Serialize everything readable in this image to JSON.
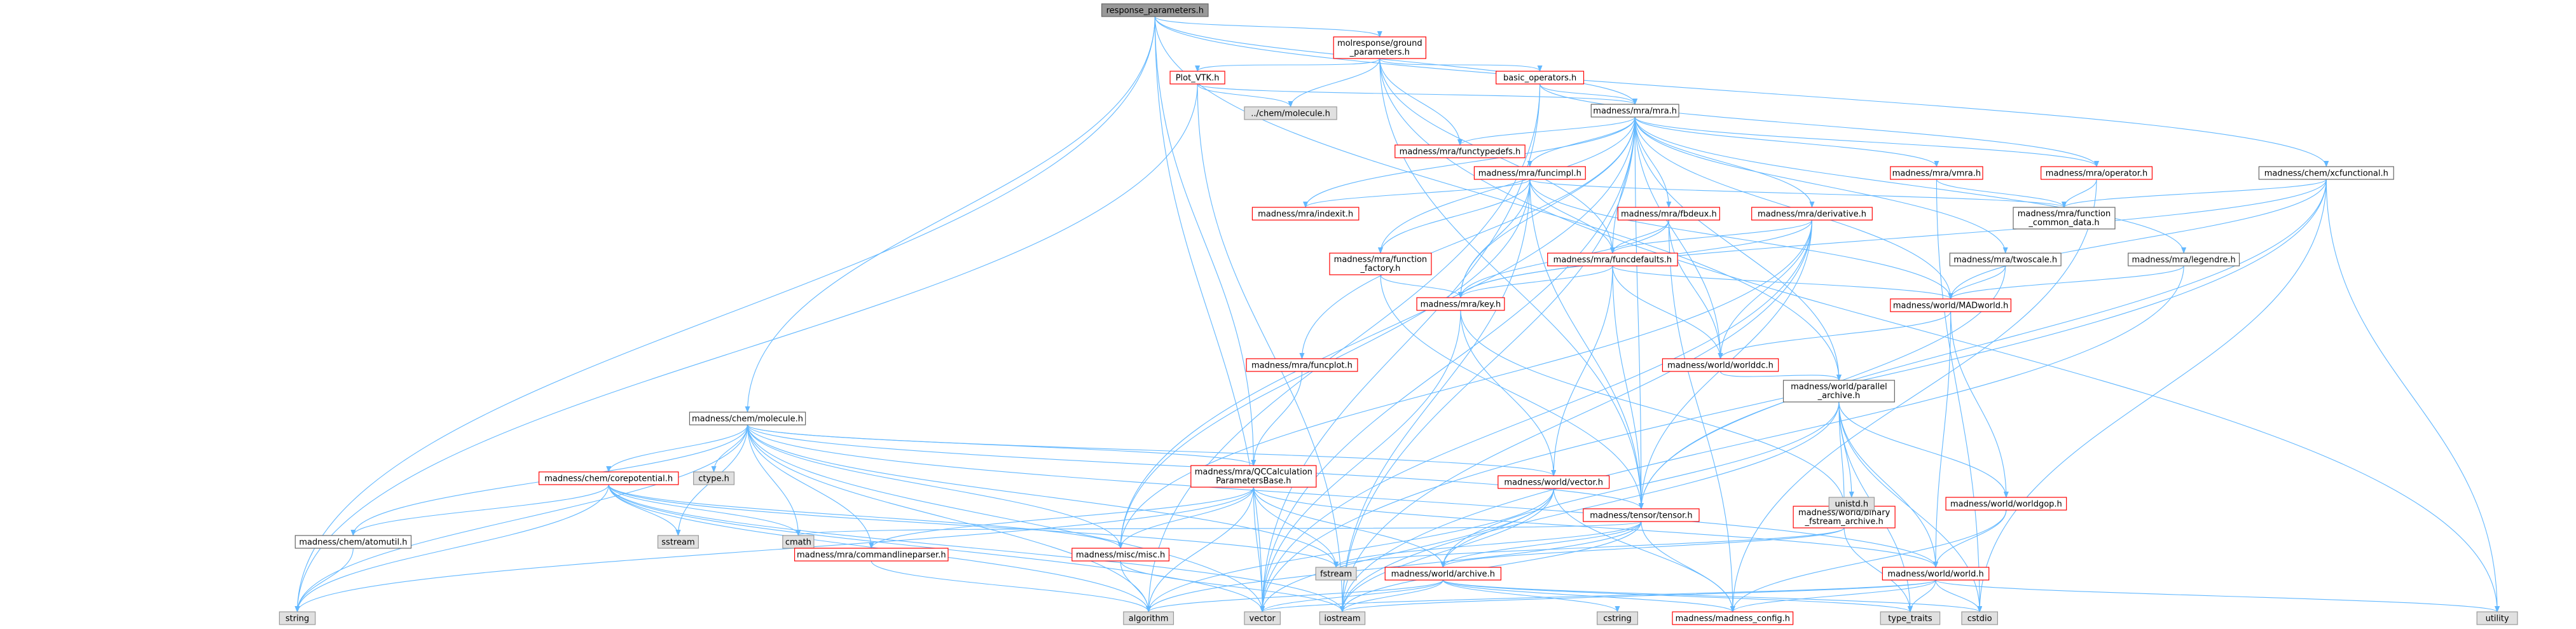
{
  "graph": {
    "title": "response_parameters.h",
    "colors": {
      "edge": "#63b8ff",
      "node_fill": "#ffffff",
      "node_border_linked": "#ff0000",
      "node_border_plain": "#666666",
      "root_fill": "#999999",
      "external_fill": "#e0e0e0",
      "external_border": "#999999"
    },
    "nodes": [
      {
        "id": "root",
        "label": [
          "response_parameters.h"
        ],
        "kind": "root"
      },
      {
        "id": "gs",
        "label": [
          "molresponse/ground",
          "_parameters.h"
        ],
        "kind": "linked"
      },
      {
        "id": "plotvtk",
        "label": [
          "Plot_VTK.h"
        ],
        "kind": "linked"
      },
      {
        "id": "basicops",
        "label": [
          "basic_operators.h"
        ],
        "kind": "linked"
      },
      {
        "id": "chemmol_ext",
        "label": [
          "../chem/molecule.h"
        ],
        "kind": "external"
      },
      {
        "id": "mra",
        "label": [
          "madness/mra/mra.h"
        ],
        "kind": "plain"
      },
      {
        "id": "functypedefs",
        "label": [
          "madness/mra/functypedefs.h"
        ],
        "kind": "linked"
      },
      {
        "id": "funcimpl",
        "label": [
          "madness/mra/funcimpl.h"
        ],
        "kind": "linked"
      },
      {
        "id": "indexit",
        "label": [
          "madness/mra/indexit.h"
        ],
        "kind": "linked"
      },
      {
        "id": "vmra",
        "label": [
          "madness/mra/vmra.h"
        ],
        "kind": "linked"
      },
      {
        "id": "operator",
        "label": [
          "madness/mra/operator.h"
        ],
        "kind": "linked"
      },
      {
        "id": "xcfunctional",
        "label": [
          "madness/chem/xcfunctional.h"
        ],
        "kind": "plain"
      },
      {
        "id": "fcommon",
        "label": [
          "madness/mra/function",
          "_common_data.h"
        ],
        "kind": "plain"
      },
      {
        "id": "derivative",
        "label": [
          "madness/mra/derivative.h"
        ],
        "kind": "linked"
      },
      {
        "id": "fbdeux",
        "label": [
          "madness/mra/fbdeux.h"
        ],
        "kind": "linked"
      },
      {
        "id": "ffactory",
        "label": [
          "madness/mra/function",
          "_factory.h"
        ],
        "kind": "linked"
      },
      {
        "id": "funcdefaults",
        "label": [
          "madness/mra/funcdefaults.h"
        ],
        "kind": "linked"
      },
      {
        "id": "twoscale",
        "label": [
          "madness/mra/twoscale.h"
        ],
        "kind": "plain"
      },
      {
        "id": "legendre",
        "label": [
          "madness/mra/legendre.h"
        ],
        "kind": "plain"
      },
      {
        "id": "key",
        "label": [
          "madness/mra/key.h"
        ],
        "kind": "linked"
      },
      {
        "id": "madworld",
        "label": [
          "madness/world/MADworld.h"
        ],
        "kind": "linked"
      },
      {
        "id": "funcplot",
        "label": [
          "madness/mra/funcplot.h"
        ],
        "kind": "linked"
      },
      {
        "id": "worlddc",
        "label": [
          "madness/world/worlddc.h"
        ],
        "kind": "linked"
      },
      {
        "id": "chemmolecule",
        "label": [
          "madness/chem/molecule.h"
        ],
        "kind": "plain"
      },
      {
        "id": "parallelarchive",
        "label": [
          "madness/world/parallel",
          "_archive.h"
        ],
        "kind": "plain"
      },
      {
        "id": "ctype",
        "label": [
          "ctype.h"
        ],
        "kind": "external"
      },
      {
        "id": "corepotential",
        "label": [
          "madness/chem/corepotential.h"
        ],
        "kind": "linked"
      },
      {
        "id": "qccalc",
        "label": [
          "madness/mra/QCCalculation",
          "ParametersBase.h"
        ],
        "kind": "linked"
      },
      {
        "id": "vector_w",
        "label": [
          "madness/world/vector.h"
        ],
        "kind": "linked"
      },
      {
        "id": "tensor",
        "label": [
          "madness/tensor/tensor.h"
        ],
        "kind": "linked"
      },
      {
        "id": "binfstream",
        "label": [
          "madness/world/binary",
          "_fstream_archive.h"
        ],
        "kind": "linked"
      },
      {
        "id": "unistd",
        "label": [
          "unistd.h"
        ],
        "kind": "external"
      },
      {
        "id": "worldgop",
        "label": [
          "madness/world/worldgop.h"
        ],
        "kind": "linked"
      },
      {
        "id": "atomutil",
        "label": [
          "madness/chem/atomutil.h"
        ],
        "kind": "plain"
      },
      {
        "id": "sstream",
        "label": [
          "sstream"
        ],
        "kind": "external"
      },
      {
        "id": "cmath",
        "label": [
          "cmath"
        ],
        "kind": "external"
      },
      {
        "id": "cmdparser",
        "label": [
          "madness/mra/commandlineparser.h"
        ],
        "kind": "linked"
      },
      {
        "id": "misc",
        "label": [
          "madness/misc/misc.h"
        ],
        "kind": "linked"
      },
      {
        "id": "fstream",
        "label": [
          "fstream"
        ],
        "kind": "external"
      },
      {
        "id": "archive",
        "label": [
          "madness/world/archive.h"
        ],
        "kind": "linked"
      },
      {
        "id": "world",
        "label": [
          "madness/world/world.h"
        ],
        "kind": "linked"
      },
      {
        "id": "string",
        "label": [
          "string"
        ],
        "kind": "external"
      },
      {
        "id": "algorithm",
        "label": [
          "algorithm"
        ],
        "kind": "external"
      },
      {
        "id": "vector",
        "label": [
          "vector"
        ],
        "kind": "external"
      },
      {
        "id": "iostream",
        "label": [
          "iostream"
        ],
        "kind": "external"
      },
      {
        "id": "cstring",
        "label": [
          "cstring"
        ],
        "kind": "external"
      },
      {
        "id": "madconfig",
        "label": [
          "madness/madness_config.h"
        ],
        "kind": "linked"
      },
      {
        "id": "typetraits",
        "label": [
          "type_traits"
        ],
        "kind": "external"
      },
      {
        "id": "cstdio",
        "label": [
          "cstdio"
        ],
        "kind": "external"
      },
      {
        "id": "utility",
        "label": [
          "utility"
        ],
        "kind": "external"
      }
    ],
    "edges": [
      [
        "root",
        "gs"
      ],
      [
        "root",
        "mra"
      ],
      [
        "root",
        "xcfunctional"
      ],
      [
        "root",
        "chemmolecule"
      ],
      [
        "root",
        "qccalc"
      ],
      [
        "root",
        "string"
      ],
      [
        "root",
        "vector"
      ],
      [
        "root",
        "parallelarchive"
      ],
      [
        "gs",
        "plotvtk"
      ],
      [
        "gs",
        "basicops"
      ],
      [
        "gs",
        "chemmol_ext"
      ],
      [
        "gs",
        "functypedefs"
      ],
      [
        "gs",
        "funcdefaults"
      ],
      [
        "gs",
        "tensor"
      ],
      [
        "gs",
        "utility"
      ],
      [
        "plotvtk",
        "chemmol_ext"
      ],
      [
        "plotvtk",
        "mra"
      ],
      [
        "plotvtk",
        "string"
      ],
      [
        "plotvtk",
        "iostream"
      ],
      [
        "basicops",
        "mra"
      ],
      [
        "basicops",
        "operator"
      ],
      [
        "basicops",
        "vector"
      ],
      [
        "basicops",
        "algorithm"
      ],
      [
        "mra",
        "functypedefs"
      ],
      [
        "mra",
        "funcimpl"
      ],
      [
        "mra",
        "indexit"
      ],
      [
        "mra",
        "vmra"
      ],
      [
        "mra",
        "operator"
      ],
      [
        "mra",
        "derivative"
      ],
      [
        "mra",
        "fbdeux"
      ],
      [
        "mra",
        "ffactory"
      ],
      [
        "mra",
        "funcdefaults"
      ],
      [
        "mra",
        "twoscale"
      ],
      [
        "mra",
        "legendre"
      ],
      [
        "mra",
        "key"
      ],
      [
        "mra",
        "madworld"
      ],
      [
        "mra",
        "funcplot"
      ],
      [
        "mra",
        "worlddc"
      ],
      [
        "mra",
        "tensor"
      ],
      [
        "mra",
        "misc"
      ],
      [
        "mra",
        "parallelarchive"
      ],
      [
        "mra",
        "iostream"
      ],
      [
        "mra",
        "vector"
      ],
      [
        "funcimpl",
        "indexit"
      ],
      [
        "funcimpl",
        "fcommon"
      ],
      [
        "funcimpl",
        "ffactory"
      ],
      [
        "funcimpl",
        "funcdefaults"
      ],
      [
        "funcimpl",
        "key"
      ],
      [
        "funcimpl",
        "madworld"
      ],
      [
        "funcimpl",
        "tensor"
      ],
      [
        "funcimpl",
        "misc"
      ],
      [
        "funcimpl",
        "iostream"
      ],
      [
        "vmra",
        "fcommon"
      ],
      [
        "vmra",
        "cstdio"
      ],
      [
        "operator",
        "fcommon"
      ],
      [
        "operator",
        "madconfig"
      ],
      [
        "xcfunctional",
        "fcommon"
      ],
      [
        "xcfunctional",
        "key"
      ],
      [
        "xcfunctional",
        "madworld"
      ],
      [
        "xcfunctional",
        "tensor"
      ],
      [
        "xcfunctional",
        "vector"
      ],
      [
        "xcfunctional",
        "utility"
      ],
      [
        "xcfunctional",
        "cstdio"
      ],
      [
        "derivative",
        "funcdefaults"
      ],
      [
        "derivative",
        "key"
      ],
      [
        "derivative",
        "tensor"
      ],
      [
        "derivative",
        "worlddc"
      ],
      [
        "derivative",
        "misc"
      ],
      [
        "derivative",
        "vector"
      ],
      [
        "derivative",
        "iostream"
      ],
      [
        "fbdeux",
        "funcdefaults"
      ],
      [
        "fbdeux",
        "key"
      ],
      [
        "fbdeux",
        "worlddc"
      ],
      [
        "fbdeux",
        "madconfig"
      ],
      [
        "ffactory",
        "key"
      ],
      [
        "ffactory",
        "tensor"
      ],
      [
        "funcdefaults",
        "key"
      ],
      [
        "funcdefaults",
        "madworld"
      ],
      [
        "funcdefaults",
        "vector_w"
      ],
      [
        "funcdefaults",
        "tensor"
      ],
      [
        "funcdefaults",
        "worlddc"
      ],
      [
        "twoscale",
        "madworld"
      ],
      [
        "twoscale",
        "tensor"
      ],
      [
        "legendre",
        "madworld"
      ],
      [
        "legendre",
        "iostream"
      ],
      [
        "key",
        "vector_w"
      ],
      [
        "key",
        "binfstream"
      ],
      [
        "key",
        "vector"
      ],
      [
        "madworld",
        "worlddc"
      ],
      [
        "madworld",
        "worldgop"
      ],
      [
        "madworld",
        "world"
      ],
      [
        "worlddc",
        "parallelarchive"
      ],
      [
        "funcplot",
        "qccalc"
      ],
      [
        "parallelarchive",
        "binfstream"
      ],
      [
        "parallelarchive",
        "worldgop"
      ],
      [
        "parallelarchive",
        "world"
      ],
      [
        "parallelarchive",
        "unistd"
      ],
      [
        "parallelarchive",
        "archive"
      ],
      [
        "parallelarchive",
        "typetraits"
      ],
      [
        "parallelarchive",
        "cstdio"
      ],
      [
        "parallelarchive",
        "iostream"
      ],
      [
        "chemmolecule",
        "ctype"
      ],
      [
        "chemmolecule",
        "corepotential"
      ],
      [
        "chemmolecule",
        "qccalc"
      ],
      [
        "chemmolecule",
        "vector_w"
      ],
      [
        "chemmolecule",
        "tensor"
      ],
      [
        "chemmolecule",
        "atomutil"
      ],
      [
        "chemmolecule",
        "sstream"
      ],
      [
        "chemmolecule",
        "cmath"
      ],
      [
        "chemmolecule",
        "cmdparser"
      ],
      [
        "chemmolecule",
        "misc"
      ],
      [
        "chemmolecule",
        "fstream"
      ],
      [
        "chemmolecule",
        "string"
      ],
      [
        "chemmolecule",
        "vector"
      ],
      [
        "chemmolecule",
        "algorithm"
      ],
      [
        "chemmolecule",
        "world"
      ],
      [
        "corepotential",
        "atomutil"
      ],
      [
        "corepotential",
        "sstream"
      ],
      [
        "corepotential",
        "cmath"
      ],
      [
        "corepotential",
        "misc"
      ],
      [
        "corepotential",
        "string"
      ],
      [
        "corepotential",
        "vector"
      ],
      [
        "corepotential",
        "algorithm"
      ],
      [
        "corepotential",
        "iostream"
      ],
      [
        "corepotential",
        "fstream"
      ],
      [
        "qccalc",
        "cmdparser"
      ],
      [
        "qccalc",
        "misc"
      ],
      [
        "qccalc",
        "fstream"
      ],
      [
        "qccalc",
        "archive"
      ],
      [
        "qccalc",
        "world"
      ],
      [
        "qccalc",
        "string"
      ],
      [
        "qccalc",
        "vector"
      ],
      [
        "qccalc",
        "algorithm"
      ],
      [
        "vector_w",
        "archive"
      ],
      [
        "vector_w",
        "madconfig"
      ],
      [
        "vector_w",
        "vector"
      ],
      [
        "vector_w",
        "iostream"
      ],
      [
        "vector_w",
        "algorithm"
      ],
      [
        "tensor",
        "archive"
      ],
      [
        "tensor",
        "madconfig"
      ],
      [
        "tensor",
        "cmath"
      ],
      [
        "tensor",
        "fstream"
      ],
      [
        "tensor",
        "iostream"
      ],
      [
        "tensor",
        "algorithm"
      ],
      [
        "binfstream",
        "archive"
      ],
      [
        "binfstream",
        "fstream"
      ],
      [
        "binfstream",
        "typetraits"
      ],
      [
        "worldgop",
        "world"
      ],
      [
        "worldgop",
        "madconfig"
      ],
      [
        "atomutil",
        "string"
      ],
      [
        "cmdparser",
        "algorithm"
      ],
      [
        "misc",
        "iostream"
      ],
      [
        "misc",
        "algorithm"
      ],
      [
        "archive",
        "madconfig"
      ],
      [
        "archive",
        "typetraits"
      ],
      [
        "archive",
        "cstring"
      ],
      [
        "archive",
        "cstdio"
      ],
      [
        "archive",
        "iostream"
      ],
      [
        "archive",
        "vector"
      ],
      [
        "archive",
        "algorithm"
      ],
      [
        "world",
        "madconfig"
      ],
      [
        "world",
        "typetraits"
      ],
      [
        "world",
        "utility"
      ],
      [
        "world",
        "iostream"
      ],
      [
        "world",
        "cstdio"
      ],
      [
        "world",
        "vector"
      ]
    ]
  }
}
